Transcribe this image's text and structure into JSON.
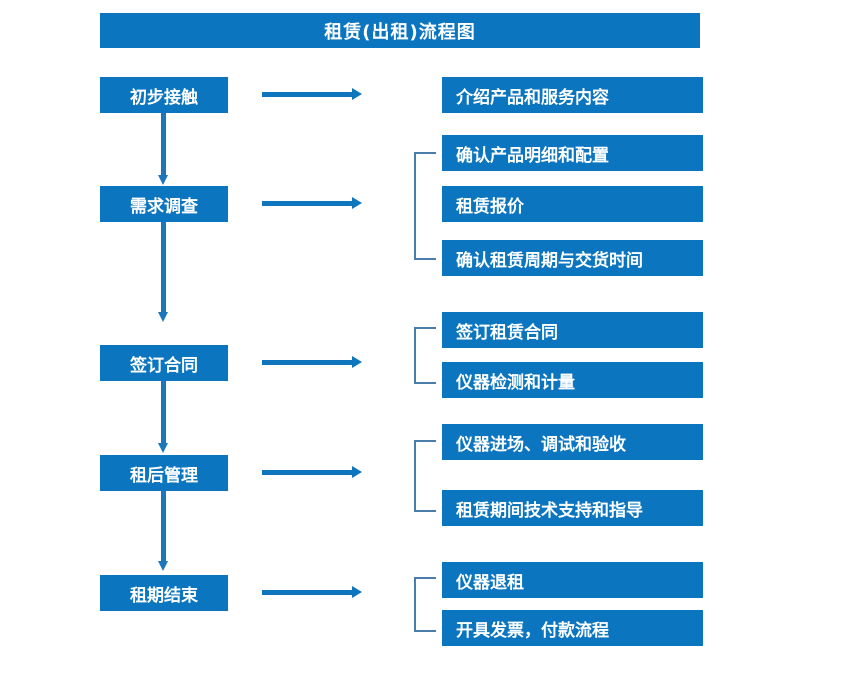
{
  "title": "租赁(出租)流程图",
  "colors": {
    "box_blue": "#0b75c0",
    "arrow_blue": "#0f76bd",
    "bracket_gray_blue": "#4a7da9",
    "text_white": "#ffffff",
    "background": "#ffffff"
  },
  "stages": [
    {
      "id": "initial-contact",
      "label": "初步接触",
      "details": [
        "介绍产品和服务内容"
      ],
      "bracketed": false
    },
    {
      "id": "demand-survey",
      "label": "需求调查",
      "details": [
        "确认产品明细和配置",
        "租赁报价",
        "确认租赁周期与交货时间"
      ],
      "bracketed": true
    },
    {
      "id": "sign-contract",
      "label": "签订合同",
      "details": [
        "签订租赁合同",
        "仪器检测和计量"
      ],
      "bracketed": true
    },
    {
      "id": "post-rental-management",
      "label": "租后管理",
      "details": [
        "仪器进场、调试和验收",
        "租赁期间技术支持和指导"
      ],
      "bracketed": true
    },
    {
      "id": "rental-end",
      "label": "租期结束",
      "details": [
        "仪器退租",
        "开具发票，付款流程"
      ],
      "bracketed": true
    }
  ],
  "detail_boxes": [
    "介绍产品和服务内容",
    "确认产品明细和配置",
    "租赁报价",
    "确认租赁周期与交货时间",
    "签订租赁合同",
    "仪器检测和计量",
    "仪器进场、调试和验收",
    "租赁期间技术支持和指导",
    "仪器退租",
    "开具发票，付款流程"
  ],
  "stage_labels": [
    "初步接触",
    "需求调查",
    "签订合同",
    "租后管理",
    "租期结束"
  ],
  "connectors": {
    "vertical_arrow_count": 4,
    "horizontal_arrow_count": 5,
    "bracket_count": 4,
    "direction": "downward"
  }
}
